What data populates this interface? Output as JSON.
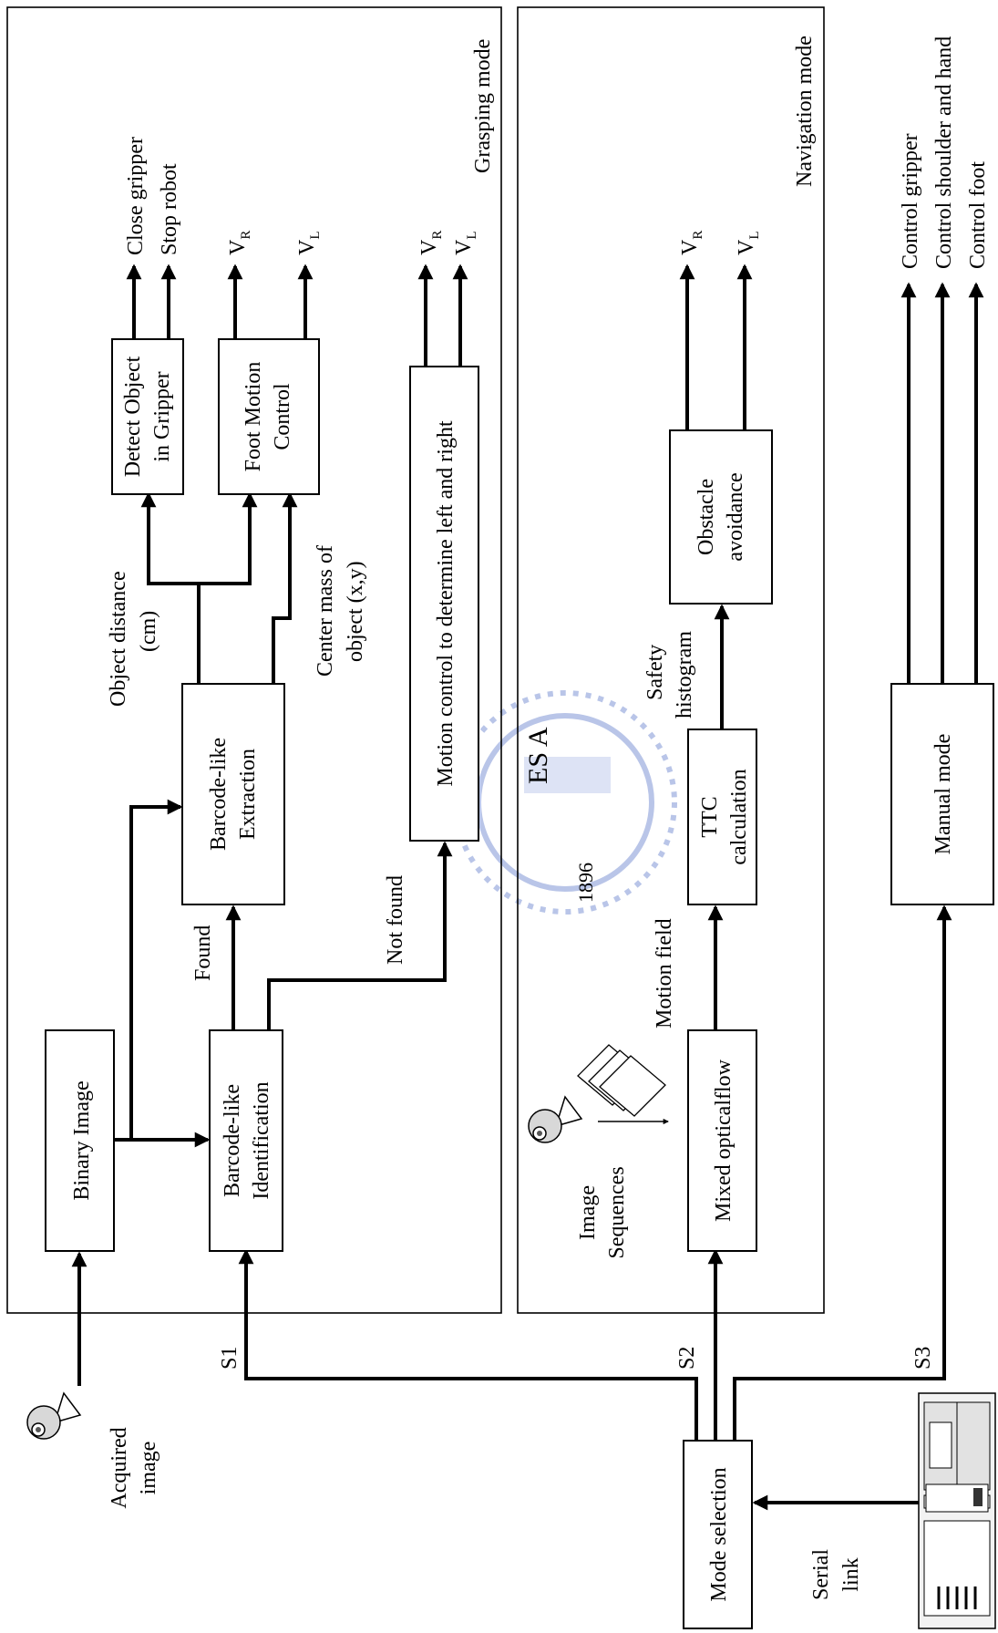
{
  "panels": {
    "grasping": "Grasping mode",
    "navigation": "Navigation mode"
  },
  "blocks": {
    "binary_image": "Binary Image",
    "barcode_identification": [
      "Barcode-like",
      "Identification"
    ],
    "barcode_extraction": [
      "Barcode-like",
      "Extraction"
    ],
    "detect_object": [
      "Detect Object",
      "in Gripper"
    ],
    "foot_motion": [
      "Foot Motion",
      "Control"
    ],
    "motion_control_lr": "Motion control to determine left and right",
    "mixed_opticalflow": "Mixed opticalflow",
    "ttc": [
      "TTC",
      "calculation"
    ],
    "obstacle_avoidance": [
      "Obstacle",
      "avoidance"
    ],
    "manual_mode": "Manual mode",
    "mode_selection": "Mode selection"
  },
  "labels": {
    "acquired_image": [
      "Acquired",
      "image"
    ],
    "found": "Found",
    "not_found": "Not found",
    "object_distance": [
      "Object distance",
      "(cm)"
    ],
    "center_mass": [
      "Center mass of",
      "object (x,y)"
    ],
    "image_sequences": [
      "Image",
      "Sequences"
    ],
    "motion_field": "Motion field",
    "safety_histogram": [
      "Safety",
      "histogram"
    ],
    "serial_link": [
      "Serial",
      "link"
    ],
    "s1": "S1",
    "s2": "S2",
    "s3": "S3"
  },
  "outputs": {
    "close_gripper": "Close gripper",
    "stop_robot": "Stop robot",
    "v": "V",
    "r": "R",
    "l": "L",
    "control_gripper": "Control gripper",
    "control_shoulder_hand": "Control shoulder and hand",
    "control_foot": "Control foot"
  },
  "watermark": {
    "text": "1896",
    "letters": "ES A"
  }
}
